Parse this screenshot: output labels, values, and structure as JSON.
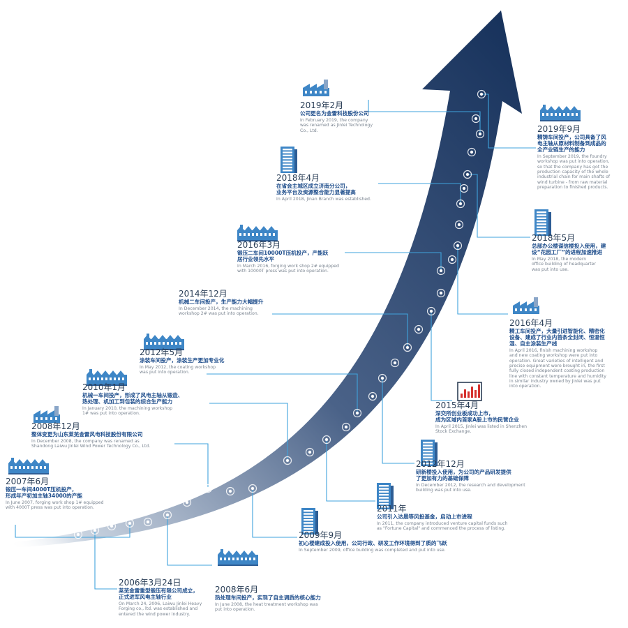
{
  "colors": {
    "arrow_dark": "#1b3558",
    "arrow_light": "#a8b8cf",
    "connector": "#3fa3dc",
    "node": "#ffffff",
    "heading": "#2b3f57",
    "chinese_text": "#1f4e8c",
    "english_text": "#7b8591",
    "icon": "#3e86c6"
  },
  "events": [
    {
      "id": "e2006",
      "date": "2006年3月24日",
      "zh": "莱芜金雷重型锻压有限公司成立，\n正式进军风电主轴行业",
      "en": "On March 24, 2006, Laiwu Jinlei Heavy\nForging co., ltd. was established and\nentered the wind power industry.",
      "icon": "none"
    },
    {
      "id": "e2007",
      "date": "2007年6月",
      "zh": "锻压一车间4000T压机投产，\n形成年产初加主轴34000的产能",
      "en": "In June 2007, forging work shop 1# equipped\nwith 4000T press was put into operation.",
      "icon": "factory-icon"
    },
    {
      "id": "e2008dec",
      "date": "2008年12月",
      "zh": "整体变更为山东莱芜金雷风电科技股份有限公司",
      "en": "In December 2008, the company was renamed as\nShandong Laiwu Jinlei Wind Power Technology Co., Ltd.",
      "icon": "factory-chimney-icon"
    },
    {
      "id": "e2008jun",
      "date": "2008年6月",
      "zh": "热处理车间投产，实现了自主调质的核心能力",
      "en": "In June 2008, the heat treatment workshop was\nput into operation.",
      "icon": "factory-icon"
    },
    {
      "id": "e2009",
      "date": "2009年9月",
      "zh": "初心楼建成投入使用，公司行政、研发工作环境得到了质的飞跃",
      "en": "In September 2009, office building was completed and put into use.",
      "icon": "building-icon"
    },
    {
      "id": "e2010",
      "date": "2010年1月",
      "zh": "机械一车间投产，形成了风电主轴从锻造、\n热处理、机加工到包装的综合生产能力",
      "en": "In January 2010, the machining workshop\n1# was put into operation.",
      "icon": "factory-icon"
    },
    {
      "id": "e2011",
      "date": "2011年",
      "zh": "公司引入达晨等风投基金，启动上市进程",
      "en": "In 2011, the company introduced venture capital funds such\nas \"Fortune Capital\" and commenced the process of listing.",
      "icon": "building-icon"
    },
    {
      "id": "e2012may",
      "date": "2012年5月",
      "zh": "涂装车间投产，涂装生产更加专业化",
      "en": "In May 2012, the coating workshop\nwas put into operation.",
      "icon": "factory-icon"
    },
    {
      "id": "e2012dec",
      "date": "2012年12月",
      "zh": "研新楼投入使用，为公司的产品研发提供\n了更加有力的基础保障",
      "en": "In December 2012, the research and development\nbuilding was put into use.",
      "icon": "building-icon"
    },
    {
      "id": "e2014",
      "date": "2014年12月",
      "zh": "机械二车间投产，生产能力大幅提升",
      "en": "In December 2014, the machining\nworkshop 2# was put into operation.",
      "icon": "none"
    },
    {
      "id": "e2015",
      "date": "2015年4月",
      "zh": "深交所创业板成功上市，\n成为区域内首家A股上市的民营企业",
      "en": "In April 2015, Jinlei was listed in Shenzhen\nStock Exchange.",
      "icon": "chart-icon"
    },
    {
      "id": "e2016mar",
      "date": "2016年3月",
      "zh": "锻压二车间10000T压机投产，产能跃\n居行业领先水平",
      "en": "In March 2016, forging work shop 2# equipped\nwith 10000T press was put into operation.",
      "icon": "factory-icon"
    },
    {
      "id": "e2016apr",
      "date": "2016年4月",
      "zh": "精工车间投产，大量引进智能化、精密化\n设备、建成了行业内首条全封闭、恒温恒\n湿、自主涂装生产线",
      "en": "In April 2016,  finish machining workshop\nand new coating workshop were put into\noperation. Great varieties of intelligent and\nprecise equipment were brought in, the first\nfully closed independent coating production\nline with constant temperature and humidity\nin similar industry owned by Jinlei was put\ninto operation.",
      "icon": "factory-chimney-icon"
    },
    {
      "id": "e2018apr",
      "date": "2018年4月",
      "zh": "在省会主城区成立济南分公司，\n业务平台及资源整合能力显著提高",
      "en": "In April 2018, Jinan Branch was established.",
      "icon": "building-icon"
    },
    {
      "id": "e2018may",
      "date": "2018年5月",
      "zh": "总部办公楼谋信楼投入使用，建\n设“花园工厂”的进程加速推进",
      "en": "In May 2018, the modern\noffice building of headquarter\nwas put into use.",
      "icon": "building-icon"
    },
    {
      "id": "e2019feb",
      "date": "2019年2月",
      "zh": "公司更名为金雷科技股份公司",
      "en": "In February 2019, the company\nwas renamed as Jinlei Technology\nCo., Ltd.",
      "icon": "factory-chimney-icon"
    },
    {
      "id": "e2019sep",
      "date": "2019年9月",
      "zh": "精铸车间投产，公司具备了风\n电主轴从原材料制备到成品的\n全产业链生产的能力",
      "en": "In September 2019, the foundry\nworkshop was put into operation,\nso that the company has got the\nproduction capacity of the whole\nindustrial chain for main shafts of\nwind turbine - from raw material\npreparation to finished products.",
      "icon": "factory-icon"
    }
  ]
}
